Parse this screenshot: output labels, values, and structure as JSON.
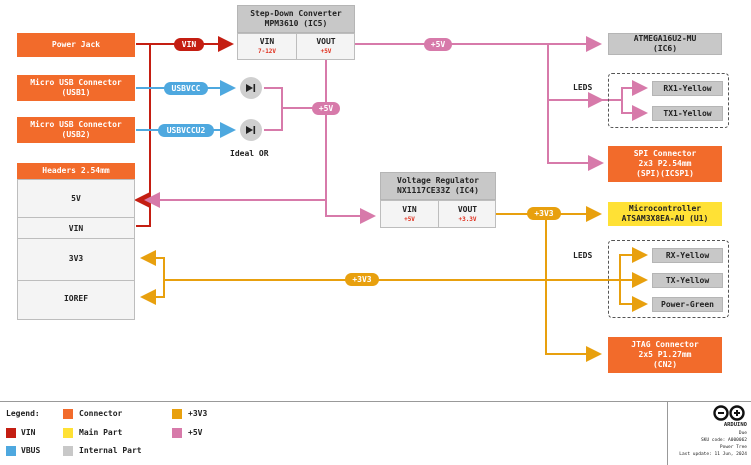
{
  "blocks": {
    "power_jack": "Power Jack",
    "micro_usb1": "Micro USB Connector\n(USB1)",
    "micro_usb2": "Micro USB Connector\n(USB2)",
    "headers_title": "Headers 2.54mm",
    "headers_5v": "5V",
    "headers_vin": "VIN",
    "headers_3v3": "3V3",
    "headers_ioref": "IOREF",
    "stepdown_title": "Step-Down Converter\nMPM3610 (IC5)",
    "stepdown_vin": "VIN",
    "stepdown_vin_sub": "7-12V",
    "stepdown_vout": "VOUT",
    "stepdown_vout_sub": "+5V",
    "regulator_title": "Voltage Regulator\nNX1117CE33Z (IC4)",
    "regulator_vin": "VIN",
    "regulator_vin_sub": "+5V",
    "regulator_vout": "VOUT",
    "regulator_vout_sub": "+3.3V",
    "atmega": "ATMEGA16U2-MU\n(IC6)",
    "leds_label_1": "LEDS",
    "rx1": "RX1-Yellow",
    "tx1": "TX1-Yellow",
    "spi": "SPI Connector\n2x3 P2.54mm\n(SPI)(ICSP1)",
    "mcu": "Microcontroller\nATSAM3X8EA-AU (U1)",
    "leds_label_2": "LEDS",
    "rx": "RX-Yellow",
    "tx": "TX-Yellow",
    "power_green": "Power-Green",
    "jtag": "JTAG Connector\n2x5 P1.27mm\n(CN2)",
    "ideal_or": "Ideal OR"
  },
  "nets": {
    "vin": "VIN",
    "usbvcc": "USBVCC",
    "usbvccu2": "USBVCCU2",
    "plus5v_a": "+5V",
    "plus5v_b": "+5V",
    "plus3v3_a": "+3V3",
    "plus3v3_b": "+3V3"
  },
  "legend": {
    "title": "Legend:",
    "items": [
      {
        "label": "Connector",
        "color": "#f26b2b"
      },
      {
        "label": "+3V3",
        "color": "#e8a00e"
      },
      {
        "label": "VIN",
        "color": "#c41e12"
      },
      {
        "label": "Main Part",
        "color": "#ffe135"
      },
      {
        "label": "+5V",
        "color": "#d77aaa"
      },
      {
        "label": "VBUS",
        "color": "#4ea8df"
      },
      {
        "label": "Internal Part",
        "color": "#c8c8c8"
      }
    ]
  },
  "footer": {
    "brand": "ARDUINO",
    "line1": "Due",
    "line2": "SKU code: A000062",
    "line3": "Power Tree",
    "line4": "Last update: 11 Jun, 2024"
  },
  "colors": {
    "vin": "#c41e12",
    "vbus": "#4ea8df",
    "v5": "#d77aaa",
    "v3": "#e8a00e"
  }
}
